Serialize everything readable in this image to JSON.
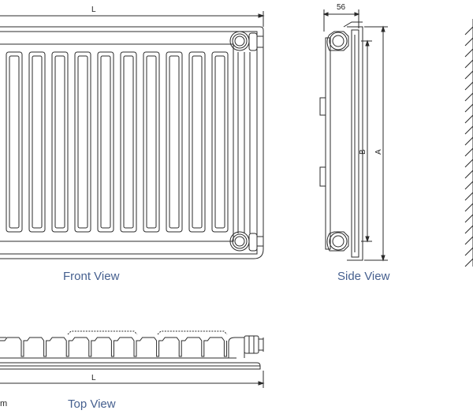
{
  "front_view": {
    "caption": "Front View",
    "dim_width": "L"
  },
  "side_view": {
    "caption": "Side View",
    "dim_depth": "56",
    "dim_b": "B",
    "dim_a": "A"
  },
  "top_view": {
    "caption": "Top View",
    "dim_width": "L",
    "edge_text": "m"
  },
  "colors": {
    "line": "#2b2b2b",
    "caption": "#46608f",
    "background": "#ffffff"
  }
}
